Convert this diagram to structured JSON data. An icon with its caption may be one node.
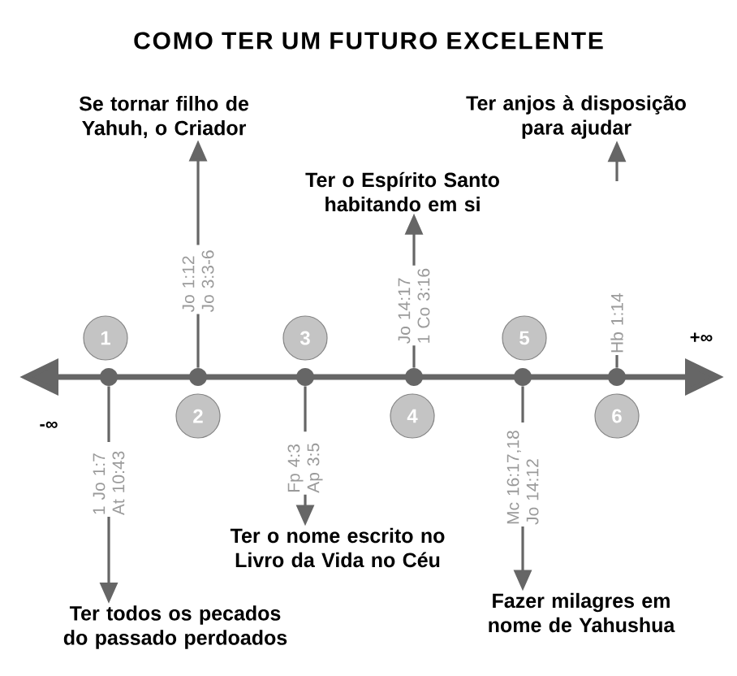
{
  "diagram": {
    "title": "COMO TER UM FUTURO EXCELENTE",
    "nodes": [
      {
        "text": [
          "Se tornar filho de Yahuh, o Criador"
        ]
      },
      {
        "text": [
          "Ter anjos à disposição para ajudar"
        ]
      },
      {
        "text": [
          "Ter o Espírito Santo habitando em si"
        ]
      },
      {
        "text": [
          "1"
        ]
      },
      {
        "text": [
          "3"
        ]
      },
      {
        "text": [
          "5"
        ]
      },
      {
        "text": [],
        "shape": "circle"
      },
      {
        "text": [],
        "shape": "circle"
      },
      {
        "text": [],
        "shape": "circle"
      },
      {
        "text": [],
        "shape": "circle"
      },
      {
        "text": [],
        "shape": "circle"
      },
      {
        "text": [],
        "shape": "circle"
      },
      {
        "text": [
          "2"
        ]
      },
      {
        "text": [
          "4"
        ]
      },
      {
        "text": [
          "6"
        ]
      },
      {
        "text": [
          "Ter o nome escrito no Livro da Vida no Céu"
        ]
      },
      {
        "text": [
          "Ter todos os pecados do passado perdoados"
        ]
      },
      {
        "text": [
          "Fazer milagres em nome de Yahushua"
        ]
      }
    ],
    "edges": [
      {
        "from": 7,
        "to": 0,
        "arrow": "to",
        "label": "Jo 1:12 Jo 3:3-6"
      },
      {
        "from": 9,
        "to": 2,
        "arrow": "to",
        "label": "Jo 14:17 1 Co 3:16"
      },
      {
        "from": 11,
        "to": 1,
        "arrow": "to",
        "label": "Hb 1:14"
      },
      {
        "from": 6,
        "to": 16,
        "arrow": "to",
        "label": "1 Jo 1:7 At 10:43"
      },
      {
        "from": 8,
        "to": 15,
        "arrow": "to",
        "label": "Fp 4:3 Ap 3:5"
      },
      {
        "from": 10,
        "to": 17,
        "arrow": "to",
        "label": "Mc 16:17,18 Jo 14:12"
      }
    ],
    "labels": [
      "+∞",
      "-∞"
    ]
  }
}
